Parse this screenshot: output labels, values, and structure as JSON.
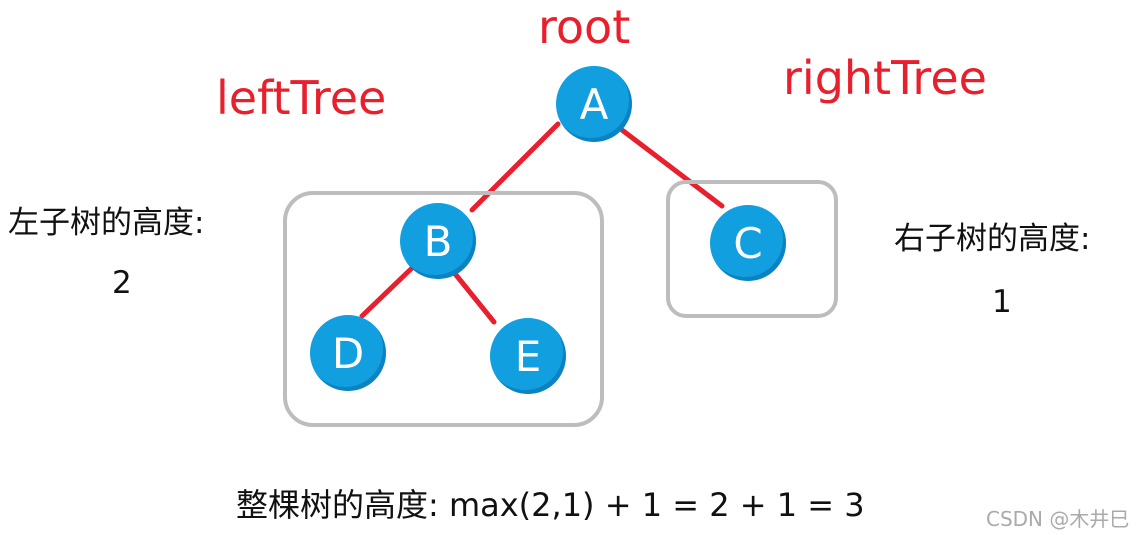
{
  "labels": {
    "root": "root",
    "left_tree": "leftTree",
    "right_tree": "rightTree",
    "left_height_title": "左子树的高度:",
    "left_height_value": "2",
    "right_height_title": "右子树的高度:",
    "right_height_value": "1",
    "formula": "整棵树的高度: max(2,1) + 1 = 2 + 1 = 3",
    "watermark": "CSDN @木井巳"
  },
  "nodes": {
    "a": "A",
    "b": "B",
    "c": "C",
    "d": "D",
    "e": "E"
  },
  "colors": {
    "accent_red": "#e8202d",
    "node_blue": "#129fe0",
    "box_gray": "#bdbdbd"
  }
}
